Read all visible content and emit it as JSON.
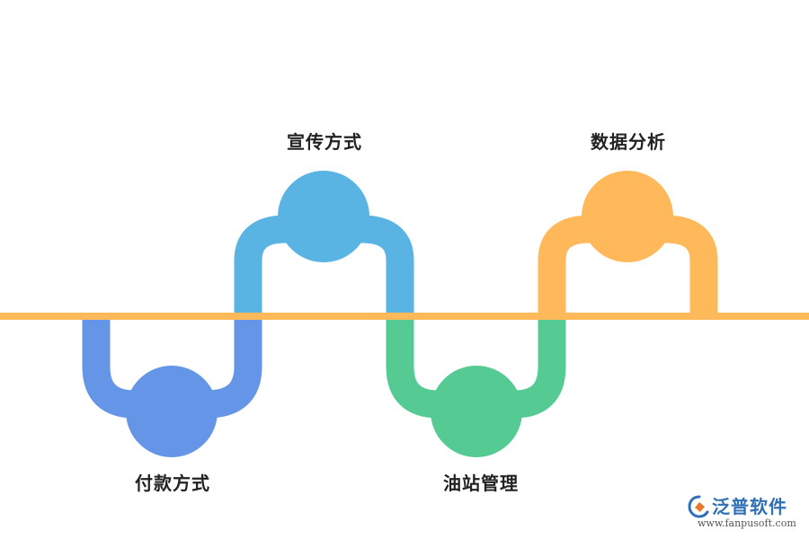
{
  "colors": {
    "axis": "#FDB95A",
    "blue": "#6495E6",
    "sky": "#59B4E4",
    "green": "#55CB93",
    "orange": "#FFB85A",
    "label": "#222222"
  },
  "nodes": [
    {
      "id": "payment",
      "label": "付款方式",
      "position": "below",
      "color_key": "blue"
    },
    {
      "id": "promotion",
      "label": "宣传方式",
      "position": "above",
      "color_key": "sky"
    },
    {
      "id": "station",
      "label": "油站管理",
      "position": "below",
      "color_key": "green"
    },
    {
      "id": "analysis",
      "label": "数据分析",
      "position": "above",
      "color_key": "orange"
    }
  ],
  "watermark": {
    "brand": "泛普软件",
    "url": "www.fanpusoft.com",
    "logo_icon": "fanpu-logo-icon"
  }
}
